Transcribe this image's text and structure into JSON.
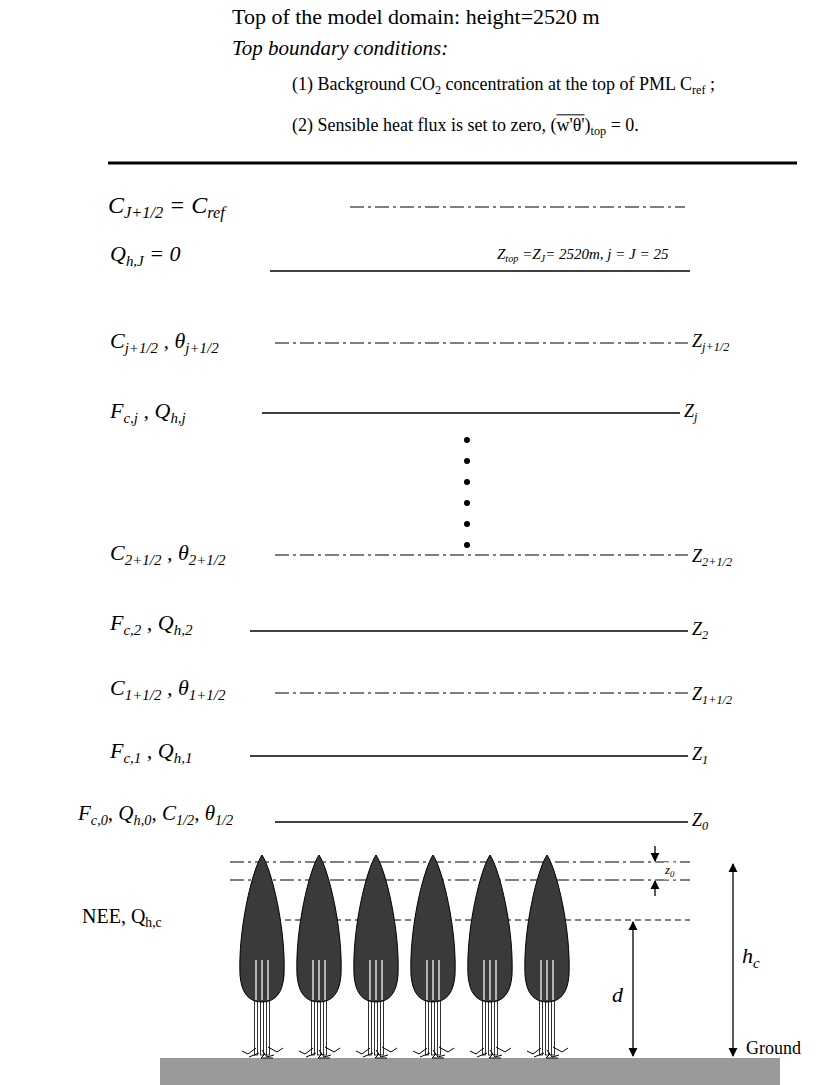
{
  "diagram": {
    "labels": [
      "Top of the model domain: height=2520 m",
      "Top boundary conditions:",
      "(1) Background CO2 concentration at the top of PML Cref ;",
      "(2) Sensible heat flux is set to zero, (w'θ')top = 0.",
      "CJ+1/2 = Cref",
      "Qh,J = 0",
      "Ztop =ZJ= 2520m, j = J = 25",
      "Cj+1/2 , θj+1/2",
      "Zj+1/2",
      "Fc,j , Qh,j",
      "Zj",
      "C2+1/2 , θ2+1/2",
      "Z2+1/2",
      "Fc,2 , Qh,2",
      "Z2",
      "C1+1/2 , θ1+1/2",
      "Z1+1/2",
      "Fc,1 , Qh,1",
      "Z1",
      "Fc,0, Qh,0, C1/2, θ1/2",
      "Z0",
      "NEE, Qh,c",
      "z0",
      "hc",
      "d",
      "Ground"
    ]
  }
}
